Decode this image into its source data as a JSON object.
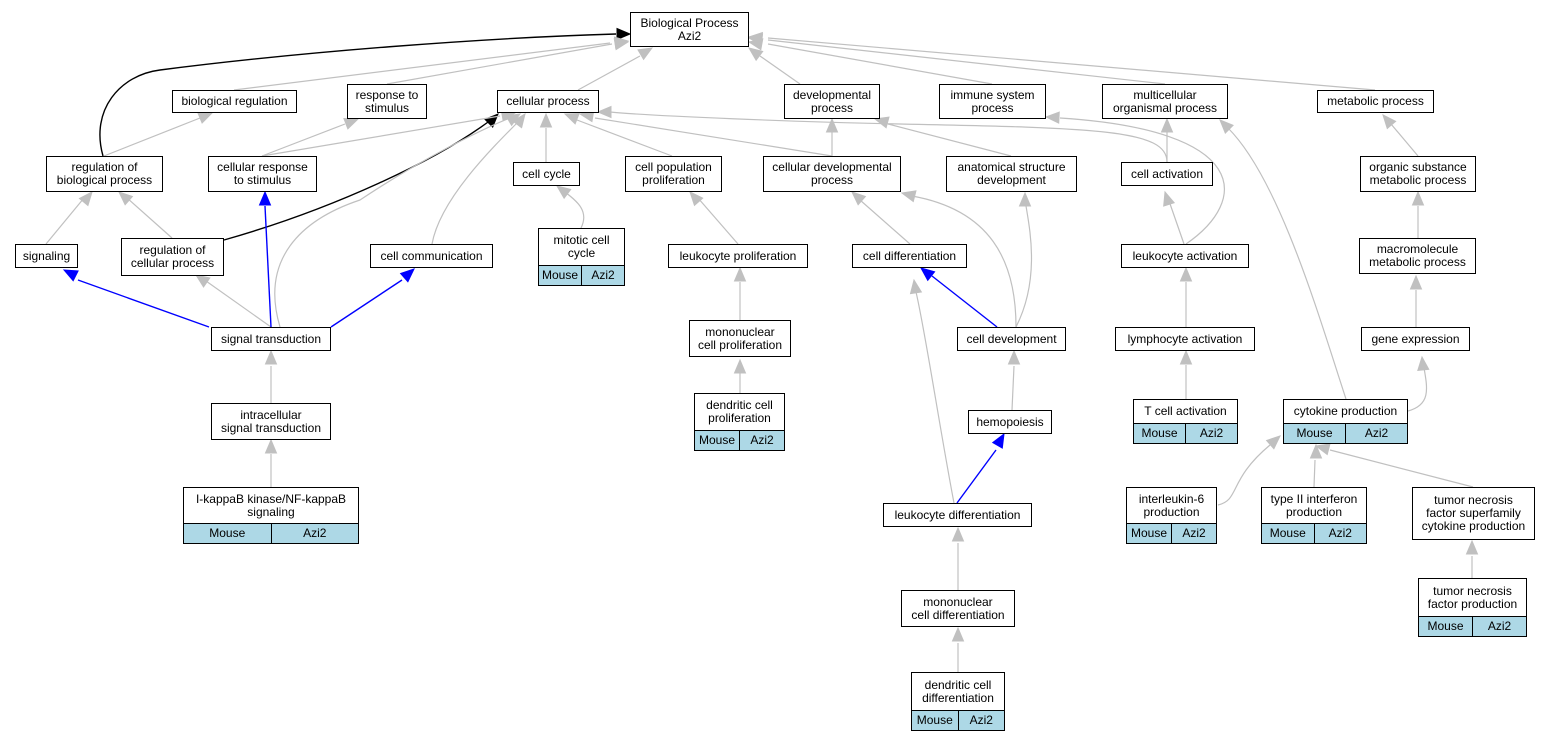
{
  "nodes": {
    "root": "Biological Process\nAzi2",
    "biological_regulation": "biological regulation",
    "response_to_stimulus": "response to\nstimulus",
    "cellular_process": "cellular process",
    "developmental_process": "developmental\nprocess",
    "immune_system_process": "immune system\nprocess",
    "multicellular_organismal_process": "multicellular\norganismal process",
    "metabolic_process": "metabolic process",
    "regulation_of_biological_process": "regulation of\nbiological process",
    "cellular_response_to_stimulus": "cellular response\nto stimulus",
    "cell_cycle": "cell cycle",
    "cell_population_proliferation": "cell population\nproliferation",
    "cellular_developmental_process": "cellular developmental\nprocess",
    "anatomical_structure_development": "anatomical structure\ndevelopment",
    "cell_activation": "cell activation",
    "organic_substance_metabolic_process": "organic substance\nmetabolic process",
    "signaling": "signaling",
    "regulation_of_cellular_process": "regulation of\ncellular process",
    "cell_communication": "cell communication",
    "mitotic_cell_cycle": "mitotic cell\ncycle",
    "leukocyte_proliferation": "leukocyte proliferation",
    "cell_differentiation": "cell differentiation",
    "leukocyte_activation": "leukocyte activation",
    "macromolecule_metabolic_process": "macromolecule\nmetabolic process",
    "signal_transduction": "signal transduction",
    "mononuclear_cell_proliferation": "mononuclear\ncell proliferation",
    "cell_development": "cell development",
    "lymphocyte_activation": "lymphocyte activation",
    "gene_expression": "gene expression",
    "intracellular_signal_transduction": "intracellular\nsignal transduction",
    "dendritic_cell_proliferation": "dendritic cell\nproliferation",
    "hemopoiesis": "hemopoiesis",
    "t_cell_activation": "T cell activation",
    "cytokine_production": "cytokine production",
    "ikappab_signaling": "I-kappaB kinase/NF-kappaB\nsignaling",
    "leukocyte_differentiation": "leukocyte differentiation",
    "interleukin_6_production": "interleukin-6\nproduction",
    "type_ii_interferon_production": "type II interferon\nproduction",
    "tnf_superfamily_cytokine_production": "tumor necrosis\nfactor superfamily\ncytokine production",
    "mononuclear_cell_differentiation": "mononuclear\ncell differentiation",
    "tnf_production": "tumor necrosis\nfactor production",
    "dendritic_cell_differentiation": "dendritic cell\ndifferentiation"
  },
  "annotation": {
    "species": "Mouse",
    "gene": "Azi2"
  },
  "colors": {
    "annotated_fill": "#add8e6",
    "edge_default": "#c0c0c0",
    "edge_highlight": "#0000ff",
    "edge_root": "#000000"
  }
}
